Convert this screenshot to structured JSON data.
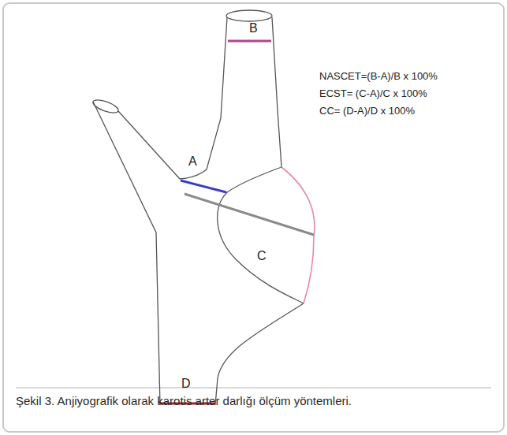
{
  "diagram": {
    "caption": "Şekil 3. Anjiyografik olarak karotis arter darlığı ölçüm yöntemleri.",
    "labels": [
      "B",
      "NASCET=(B-A)/B x 100%",
      "ECST= (C-A)/C x 100%",
      "CC= (D-A)/D x 100%",
      "A",
      "C",
      "D"
    ]
  }
}
